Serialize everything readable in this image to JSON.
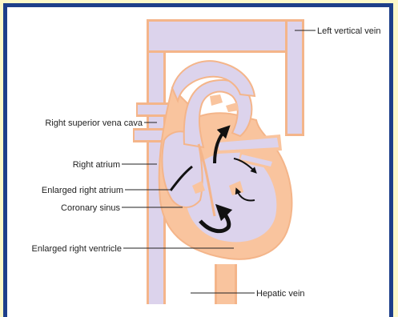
{
  "colors": {
    "background": "#fdf8c8",
    "frame": "#1e3f8a",
    "vessel_fill": "#dcd3ec",
    "vessel_outline": "#f4b58a",
    "muscle": "#f9c49e",
    "arrow": "#111111"
  },
  "labels": {
    "left_vertical_vein": "Left vertical vein",
    "right_superior_vena_cava": "Right superior vena cava",
    "right_atrium": "Right atrium",
    "enlarged_right_atrium": "Enlarged right atrium",
    "coronary_sinus": "Coronary sinus",
    "enlarged_right_ventricle": "Enlarged right ventricle",
    "hepatic_vein": "Hepatic vein"
  }
}
